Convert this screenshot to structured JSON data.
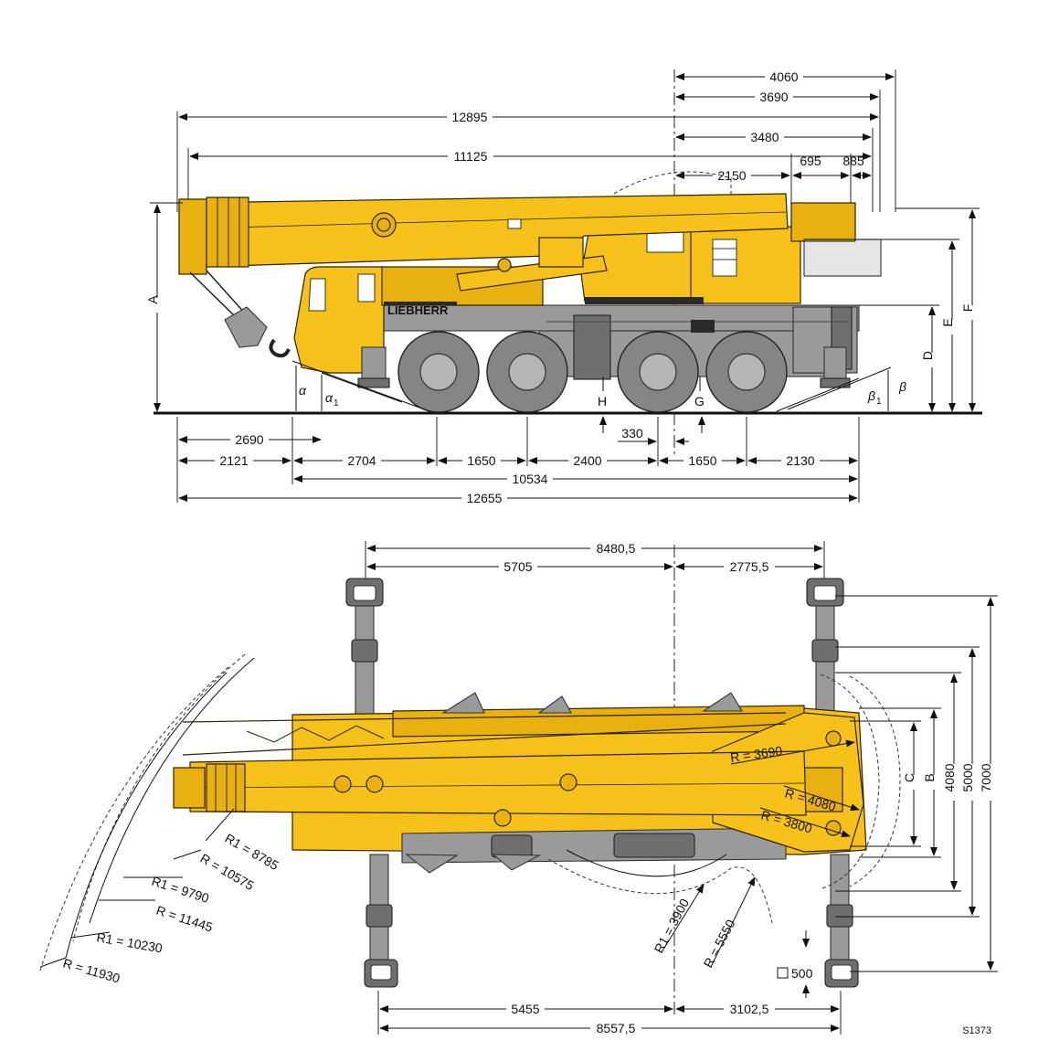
{
  "side_view": {
    "top_dims": [
      "4060",
      "3690",
      "12895",
      "3480",
      "11125",
      "2150",
      "695",
      "885"
    ],
    "bottom_dims": [
      "2690",
      "330",
      "2121",
      "2704",
      "1650",
      "2400",
      "1650",
      "2130",
      "10534",
      "12655"
    ],
    "letters": [
      "A",
      "D",
      "E",
      "F",
      "H",
      "G"
    ],
    "angles": {
      "alpha": "α",
      "alpha1": "α",
      "alpha1_sub": "1",
      "beta": "β",
      "beta1": "β",
      "beta1_sub": "1"
    },
    "brand": "LIEBHERR"
  },
  "top_view": {
    "top_dims": [
      "8480,5",
      "5705",
      "2775,5"
    ],
    "bottom_dims": [
      "5455",
      "3102,5",
      "8557,5"
    ],
    "right_dims": [
      "4080",
      "5000",
      "7000"
    ],
    "right_letters": [
      "C",
      "B"
    ],
    "radii_inner": [
      "R = 3690",
      "R = 4080",
      "R = 3800"
    ],
    "radii_outer": [
      "R1 = 8785",
      "R = 10575",
      "R1 = 9790",
      "R = 11445",
      "R1 = 10230",
      "R = 11930"
    ],
    "radii_mid": [
      "R1 = 3900",
      "R = 5550"
    ],
    "pad": "500"
  },
  "drawing_code": "S1373",
  "colors": {
    "crane_yellow": "#f6c21a",
    "chassis_grey": "#9a9a9a",
    "tire_grey": "#858585"
  }
}
